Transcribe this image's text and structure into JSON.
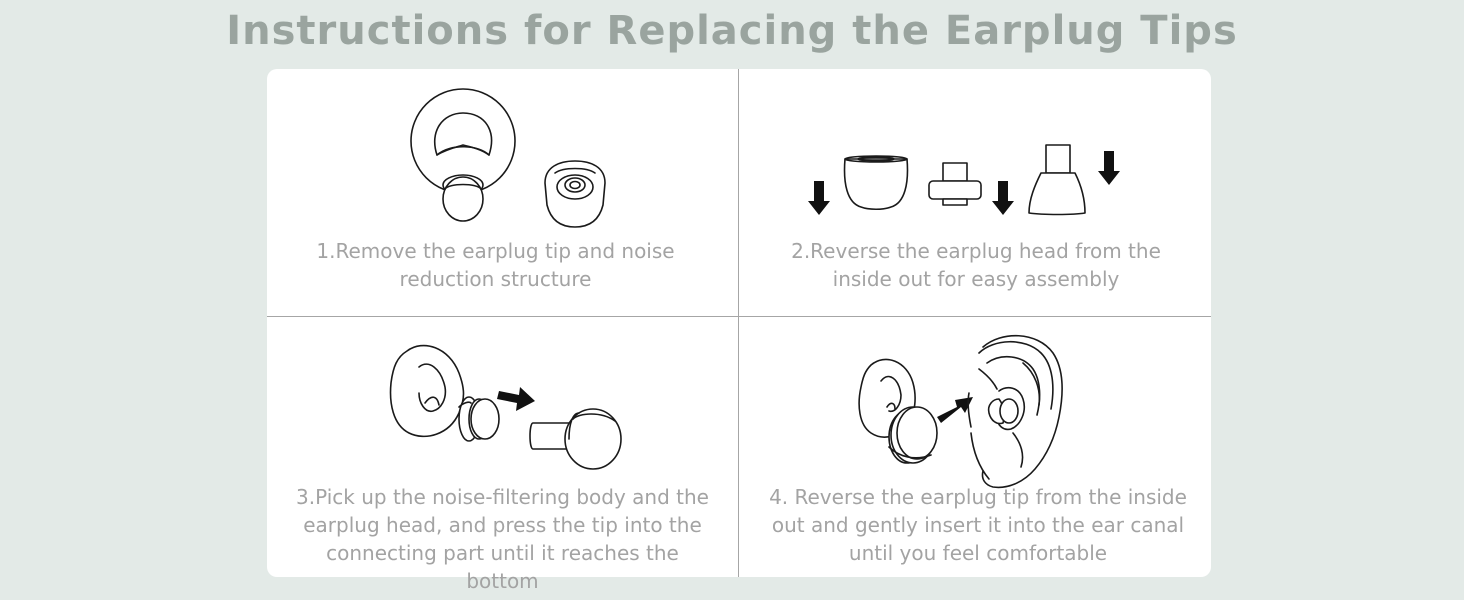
{
  "page": {
    "title": "Instructions for Replacing the Earplug Tips"
  },
  "steps": [
    {
      "caption": "1.Remove the earplug tip and noise reduction structure"
    },
    {
      "caption": "2.Reverse the earplug head from the inside out for easy assembly"
    },
    {
      "caption": "3.Pick up the noise-filtering body and the earplug head, and press the tip into the connecting part until it reaches the bottom"
    },
    {
      "caption": "4. Reverse the earplug tip from the inside out and gently insert it into the ear canal until you feel comfortable"
    }
  ],
  "icons": {
    "step1": [
      "earplug-loop-icon",
      "earplug-tip-icon"
    ],
    "step2": [
      "down-arrow-icon",
      "earplug-dome-icon",
      "noise-filter-icon",
      "earplug-cone-icon"
    ],
    "step3": [
      "earplug-body-icon",
      "right-arrow-icon",
      "earplug-head-icon"
    ],
    "step4": [
      "assembled-earplug-icon",
      "insert-arrow-icon",
      "ear-icon"
    ]
  },
  "colors": {
    "background": "#e3eae7",
    "title": "#9aa49f",
    "caption": "#a3a3a3",
    "card": "#ffffff",
    "divider": "#a6a6a6"
  }
}
